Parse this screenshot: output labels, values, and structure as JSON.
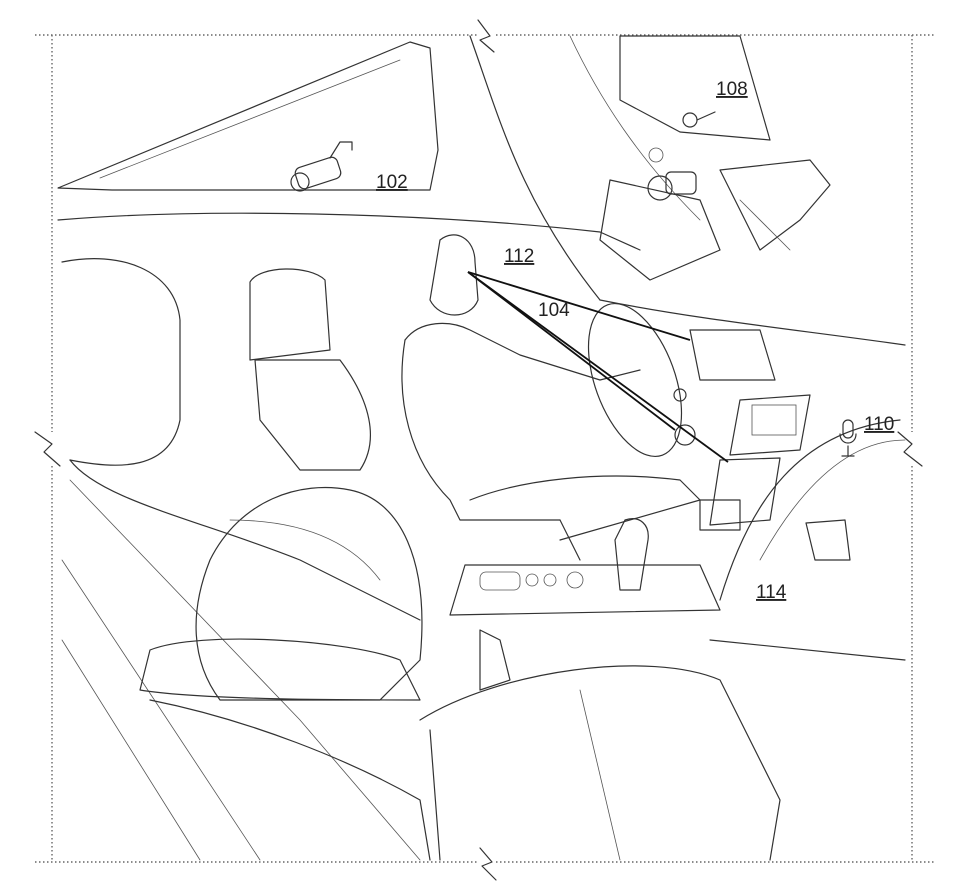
{
  "labels": {
    "camera_front": "102",
    "sight_line": "104",
    "camera_pillar": "108",
    "microphone": "110",
    "driver": "112",
    "cabin": "114"
  },
  "colors": {
    "ink": "#333333",
    "background": "#ffffff"
  },
  "icons": [
    "camera-icon",
    "microphone-icon",
    "break-mark-icon"
  ]
}
